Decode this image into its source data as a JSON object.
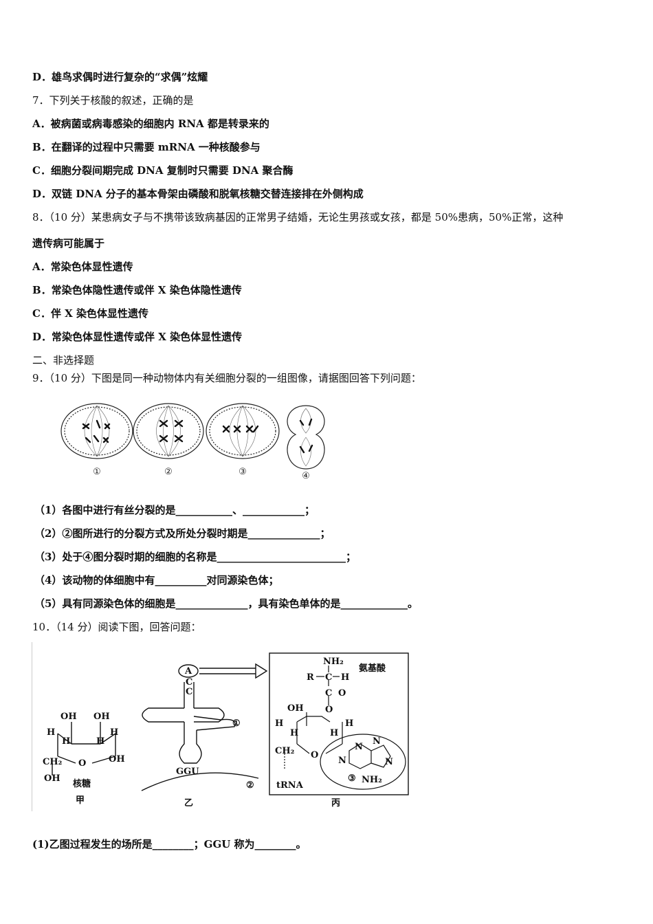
{
  "lines": {
    "q6d": "D．雄鸟求偶时进行复杂的“求偶”炫耀",
    "q7": "7．下列关于核酸的叙述，正确的是",
    "q7a": "A．被病菌或病毒感染的细胞内 RNA 都是转录来的",
    "q7b": "B．在翻译的过程中只需要 mRNA 一种核酸参与",
    "q7c": "C．细胞分裂间期完成 DNA 复制时只需要 DNA 聚合酶",
    "q7d": "D．双链 DNA 分子的基本骨架由磷酸和脱氧核糖交替连接排在外侧构成",
    "q8a_line": "8．（10 分）某患病女子与不携带该致病基因的正常男子结婚，无论生男孩或女孩，都是 50%患病，50%正常，这种",
    "q8b_line": "遗传病可能属于",
    "q8A": "A．常染色体显性遗传",
    "q8B": "B．常染色体隐性遗传或伴 X 染色体隐性遗传",
    "q8C": "C．伴 X 染色体显性遗传",
    "q8D": "D．常染色体显性遗传或伴 X 染色体显性遗传",
    "section2": "二、非选择题",
    "q9": "9．（10 分）下图是同一种动物体内有关细胞分裂的一组图像，请据图回答下列问题：",
    "q9_1": "（1）各图中进行有丝分裂的是___________、____________；",
    "q9_2": "（2）②图所进行的分裂方式及所处分裂时期是______________；",
    "q9_3": "（3）处于④图分裂时期的细胞的名称是_________________________；",
    "q9_4": "（4）该动物的体细胞中有__________对同源染色体；",
    "q9_5": "（5）具有同源染色体的细胞是______________，具有染色单体的是_____________。",
    "q10": "10．（14 分）阅读下图，回答问题：",
    "q10_1": "(1)乙图过程发生的场所是________；GGU 称为________。"
  },
  "fig9": {
    "labels": [
      "①",
      "②",
      "③",
      "④"
    ]
  },
  "fig10": {
    "jia": {
      "oh1": "OH",
      "oh2": "OH",
      "h1": "H",
      "h2": "H",
      "h3": "H",
      "h4": "H",
      "ch2": "CH₂",
      "o": "O",
      "oh3": "OH",
      "oh4": "OH",
      "name": "核糖",
      "label": "甲"
    },
    "yi": {
      "a": "A",
      "c1": "C",
      "c2": "C",
      "ggu": "GGU",
      "n1": "①",
      "n2": "②",
      "label": "乙"
    },
    "bing": {
      "nh2": "NH₂",
      "r": "R",
      "c": "C",
      "h": "H",
      "cdo": "C",
      "o_eq": "O",
      "o": "O",
      "amino": "氨基酸",
      "oh": "OH",
      "h1": "H",
      "h2": "H",
      "h3": "H",
      "h4": "H",
      "ch2": "CH₂",
      "o2": "O",
      "trna": "tRNA",
      "n3": "③",
      "nh2b": "NH₂",
      "n_a": "N",
      "n_b": "N",
      "n_c": "N",
      "n_d": "N",
      "label": "丙"
    }
  }
}
